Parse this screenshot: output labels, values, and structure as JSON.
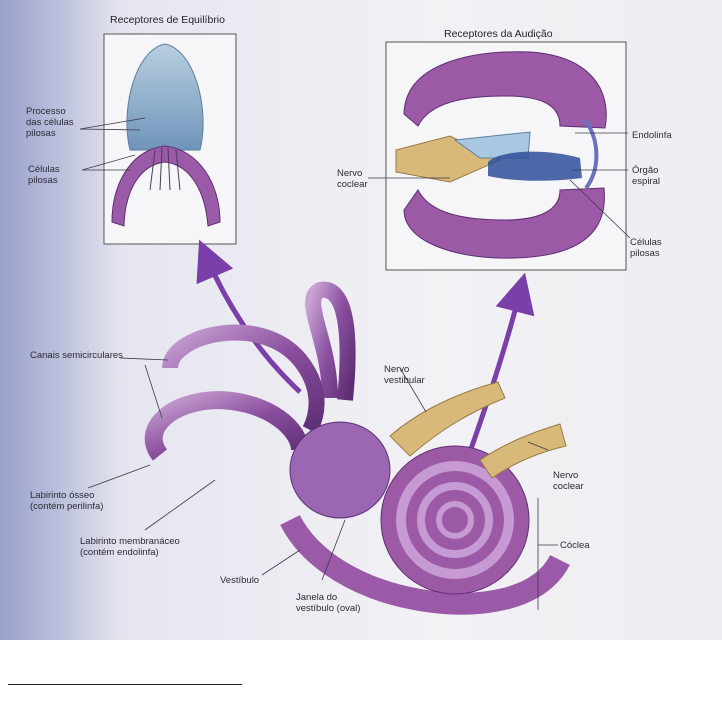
{
  "panels": {
    "equilibrium_title": "Receptores de Equilíbrio",
    "audition_title": "Receptores da Audição"
  },
  "labels": {
    "processo": "Processo\ndas células\npilosas",
    "celulas_pilosas_left": "Células\npilosas",
    "nervo_coclear_left": "Nervo\ncoclear",
    "endolinfa": "Endolinfa",
    "orgao_espiral": "Órgão\nespiral",
    "celulas_pilosas_right": "Células\npilosas",
    "canais": "Canais semicirculares",
    "nervo_vestibular": "Nervo\nvestibular",
    "nervo_coclear_right": "Nervo\ncoclear",
    "labirinto_osseo": "Labirinto ósseo\n(contém perilinfa)",
    "labirinto_membranaceo": "Labirinto membranáceo\n(contém endolinfa)",
    "vestibulo": "Vestíbulo",
    "janela": "Janela do\nvestíbulo (oval)",
    "coclea": "Cóclea"
  },
  "colors": {
    "purple": "#8a4f9e",
    "purple_light": "#b487c4",
    "blue_gray": "#7fa4c8",
    "nerve": "#d8b97a",
    "arrow": "#7a3fa8",
    "line": "#3a3a48"
  }
}
